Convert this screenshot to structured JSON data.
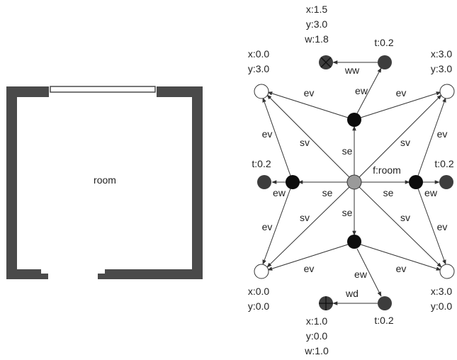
{
  "floor_plan": {
    "room_label": "room",
    "wall_color": "#4a4a4a",
    "window_color": "#ffffff"
  },
  "graph": {
    "colors": {
      "face": "#9a9a9a",
      "edge_node": "#0d0d0d",
      "thickness_node": "#3d3d3d",
      "vertex": "#ffffff",
      "stroke": "#333333"
    },
    "nodes": {
      "face": {
        "label": "f:room"
      },
      "v_tl": {
        "label": [
          "x:0.0",
          "y:3.0"
        ]
      },
      "v_tr": {
        "label": [
          "x:3.0",
          "y:3.0"
        ]
      },
      "v_bl": {
        "label": [
          "x:0.0",
          "y:0.0"
        ]
      },
      "v_br": {
        "label": [
          "x:3.0",
          "y:0.0"
        ]
      },
      "t_top": {
        "label": "t:0.2"
      },
      "t_left": {
        "label": "t:0.2"
      },
      "t_right": {
        "label": "t:0.2"
      },
      "t_bottom": {
        "label": "t:0.2"
      },
      "window": {
        "label": [
          "x:1.5",
          "y:3.0",
          "w:1.8"
        ],
        "icon": "cross-x-icon"
      },
      "door": {
        "label": [
          "x:1.0",
          "y:0.0",
          "w:1.0"
        ],
        "icon": "plus-cross-icon"
      }
    },
    "edge_labels": {
      "se": "se",
      "sv": "sv",
      "ev": "ev",
      "ew": "ew",
      "ww": "ww",
      "wd": "wd"
    }
  }
}
